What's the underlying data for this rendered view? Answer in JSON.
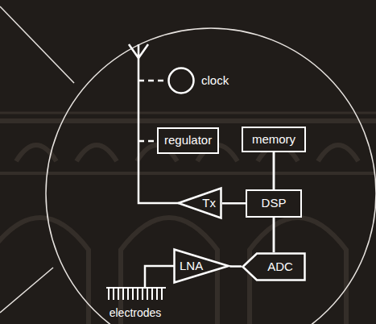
{
  "diagram": {
    "nodes": [
      {
        "text": [
          "clock"
        ]
      },
      {
        "text": [
          "regulator"
        ]
      },
      {
        "text": [
          "memory"
        ]
      },
      {
        "text": [
          "Tx"
        ]
      },
      {
        "text": [
          "DSP"
        ]
      },
      {
        "text": [
          "LNA"
        ]
      },
      {
        "text": [
          "ADC"
        ]
      }
    ],
    "edges": [
      {
        "from": 3,
        "to": 4,
        "arrow": "none"
      },
      {
        "from": 2,
        "to": 4,
        "arrow": "none"
      },
      {
        "from": 2,
        "to": 6,
        "arrow": "none"
      },
      {
        "from": 4,
        "to": 6,
        "arrow": "none"
      },
      {
        "from": 5,
        "to": 6,
        "arrow": "none"
      }
    ],
    "labels": [
      "electrodes"
    ]
  }
}
